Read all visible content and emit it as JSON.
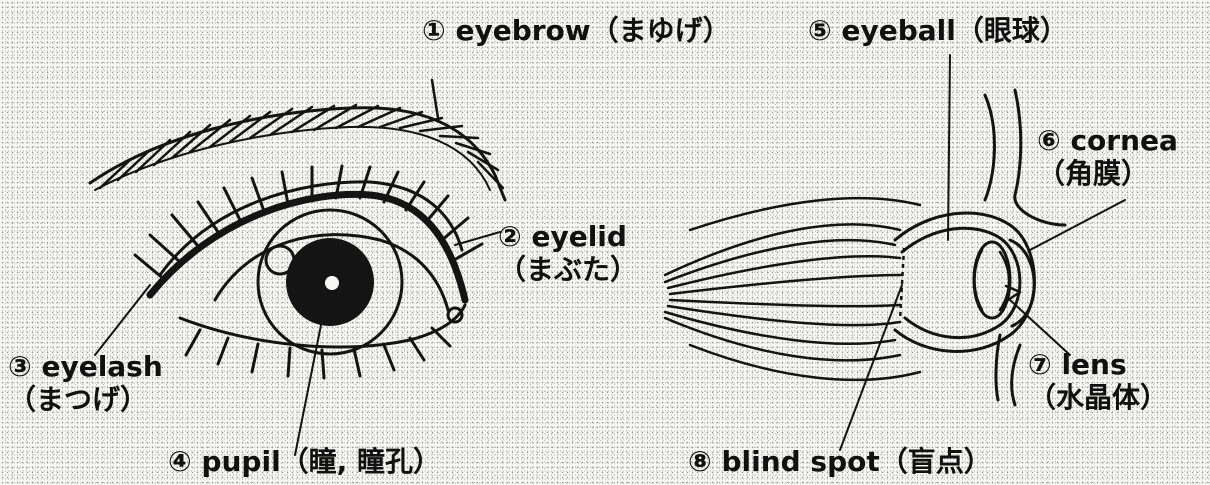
{
  "labels": {
    "eyebrow": "① eyebrow（まゆげ）",
    "eyeball": "⑤ eyeball（眼球）",
    "eyelid_1": "② eyelid",
    "eyelid_2": "（まぶた）",
    "cornea_1": "⑥ cornea",
    "cornea_2": "（角膜）",
    "eyelash_1": "③ eyelash",
    "eyelash_2": "（まつげ）",
    "lens_1": "⑦ lens",
    "lens_2": "（水晶体）",
    "pupil": "④ pupil（瞳, 瞳孔）",
    "blind_spot": "⑧ blind spot（盲点）"
  },
  "colors": {
    "ink": "#141414",
    "paper": "#f6f6f4"
  }
}
